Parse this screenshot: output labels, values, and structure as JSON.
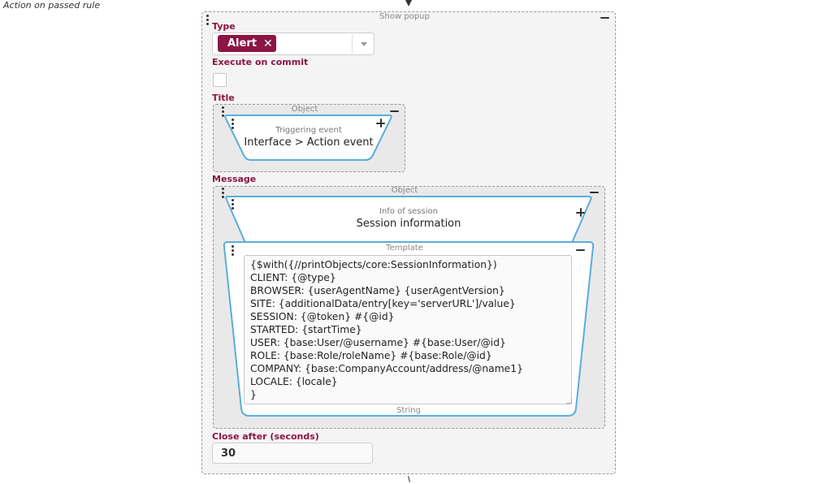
{
  "rule_caption": "Action on passed rule",
  "action_block": {
    "header": "Show popup",
    "type": {
      "label": "Type",
      "selected_chip": "Alert",
      "chip_remove_icon": "close-icon",
      "dropdown_icon": "chevron-down-icon"
    },
    "execute_on_commit": {
      "label": "Execute on commit",
      "checked": false
    },
    "title": {
      "label": "Title",
      "block_header": "Object",
      "node_caption": "Triggering event",
      "node_value": "Interface > Action event"
    },
    "message": {
      "label": "Message",
      "block_header": "Object",
      "session_node": {
        "caption": "Info of session",
        "value": "Session information"
      },
      "template_node": {
        "header": "Template",
        "footer": "String",
        "text": "{$with({//printObjects/core:SessionInformation})\nCLIENT: {@type}\nBROWSER: {userAgentName} {userAgentVersion}\nSITE: {additionalData/entry[key='serverURL']/value}\nSESSION: {@token} #{@id}\nSTARTED: {startTime}\nUSER: {base:User/@username} #{base:User/@id}\nROLE: {base:Role/roleName} #{base:Role/@id}\nCOMPANY: {base:CompanyAccount/address/@name1}\nLOCALE: {locale}\n}"
      }
    },
    "close_after": {
      "label": "Close after (seconds)",
      "value": "30"
    }
  },
  "colors": {
    "accent": "#8b1544",
    "node_border": "#5aaedc",
    "block_bg": "#f4f4f4"
  }
}
